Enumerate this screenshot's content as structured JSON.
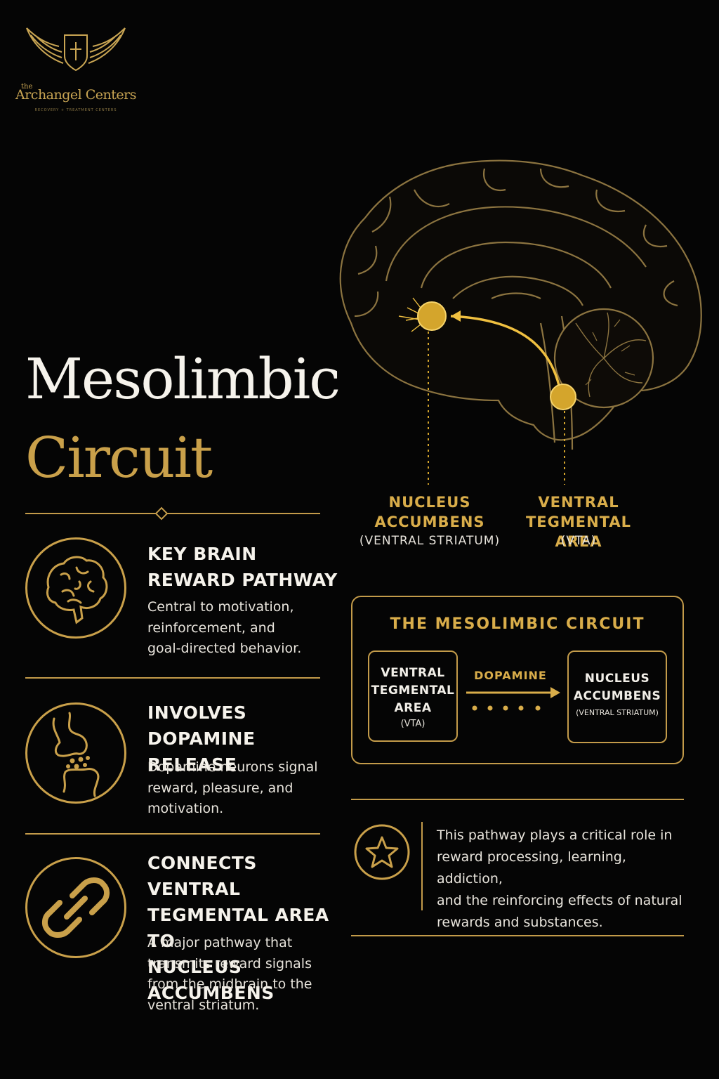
{
  "logo": {
    "the": "the",
    "name": "Archangel Centers",
    "tagline": "RECOVERY + TREATMENT CENTERS"
  },
  "title": {
    "line1": "Mesolimbic",
    "line2": "Circuit"
  },
  "features": [
    {
      "title_lines": [
        "KEY BRAIN",
        "REWARD PATHWAY"
      ],
      "desc_lines": [
        "Central to motivation,",
        "reinforcement, and",
        "goal-directed behavior."
      ],
      "icon": "brain-icon"
    },
    {
      "title_lines": [
        "INVOLVES",
        "DOPAMINE RELEASE"
      ],
      "desc_lines": [
        "Dopamine neurons signal",
        "reward, pleasure, and",
        "motivation."
      ],
      "icon": "synapse-icon"
    },
    {
      "title_lines": [
        "CONNECTS VENTRAL",
        "TEGMENTAL AREA TO",
        "NUCLEUS ACCUMBENS"
      ],
      "desc_lines": [
        "A major pathway that",
        "transmits reward signals",
        "from the midbrain to the",
        "ventral striatum."
      ],
      "icon": "chain-link-icon"
    }
  ],
  "brain_labels": {
    "nacc": {
      "line1": "NUCLEUS",
      "line2": "ACCUMBENS",
      "sub": "(VENTRAL STRIATUM)"
    },
    "vta": {
      "line1": "VENTRAL",
      "line2": "TEGMENTAL AREA",
      "sub": "(VTA)"
    }
  },
  "circuit": {
    "title": "THE MESOLIMBIC CIRCUIT",
    "source": {
      "line1": "VENTRAL",
      "line2": "TEGMENTAL",
      "line3": "AREA",
      "sub": "(VTA)"
    },
    "arrow_label": "DOPAMINE",
    "target": {
      "line1": "NUCLEUS",
      "line2": "ACCUMBENS",
      "sub": "(VENTRAL STRIATUM)"
    }
  },
  "note": {
    "icon": "star-icon",
    "lines": [
      "This pathway plays a critical role in",
      "reward processing, learning, addiction,",
      "and the reinforcing effects of natural",
      "rewards and substances."
    ]
  },
  "colors": {
    "background": "#050505",
    "gold": "#c9a04a",
    "bright_gold": "#d9ad4a",
    "text": "#f2efe8"
  }
}
